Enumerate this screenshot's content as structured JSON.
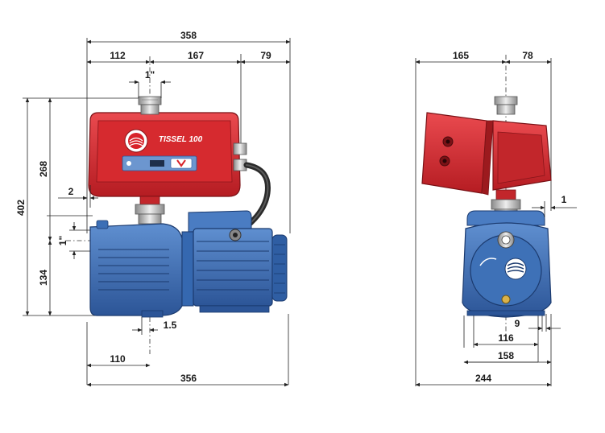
{
  "dimensions": {
    "front_total_top": "358",
    "front_left_top": "112",
    "front_mid_top": "167",
    "front_right_top": "79",
    "front_inlet_top": "1\"",
    "front_height_total": "402",
    "front_height_upper": "268",
    "front_height_lower": "134",
    "front_offset_2": "2",
    "front_outlet_side": "1\"",
    "front_foot_offset": "1.5",
    "front_base_110": "110",
    "front_total_bottom": "356",
    "side_left_top": "165",
    "side_right_top": "78",
    "side_offset_1": "1",
    "side_foot_9": "9",
    "side_base_116": "116",
    "side_base_158": "158",
    "side_total_bottom": "244"
  },
  "controller": {
    "brand_label": "TISSEL 100"
  },
  "colors": {
    "controller_red": "#d8232a",
    "controller_red_dark": "#9c1a1e",
    "pump_blue": "#3c6fb6",
    "pump_blue_dark": "#234a85",
    "metal": "#c9c9c9",
    "cable": "#3a3a3a"
  }
}
